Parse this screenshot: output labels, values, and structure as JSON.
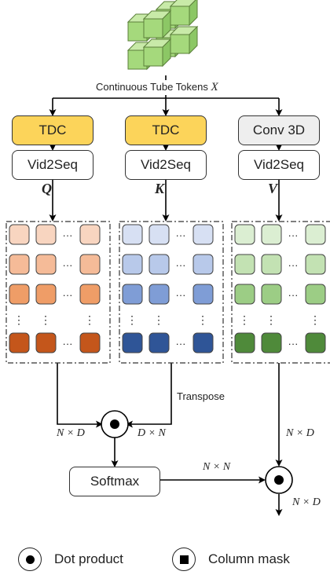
{
  "input": {
    "label": "Continuous Tube Tokens",
    "symbol": "X"
  },
  "branches": [
    {
      "block": "TDC",
      "encoder": "Vid2Seq",
      "symbol": "Q"
    },
    {
      "block": "TDC",
      "encoder": "Vid2Seq",
      "symbol": "K"
    },
    {
      "block": "Conv 3D",
      "encoder": "Vid2Seq",
      "symbol": "V"
    }
  ],
  "matrix": {
    "dots_h": "···",
    "dots_v": "⋮",
    "colors": {
      "Q": [
        "#f8d5c0",
        "#f5bb98",
        "#ef9d67",
        "#c4561b"
      ],
      "K": [
        "#d7e0f3",
        "#b8c9ea",
        "#7f9dd6",
        "#2f5597"
      ],
      "V": [
        "#dbeed2",
        "#c3e2b3",
        "#9ccd85",
        "#4f8a3a"
      ]
    }
  },
  "transpose_label": "Transpose",
  "dims": {
    "qk_left": "N × D",
    "qk_right": "D × N",
    "softmax_out": "N × N",
    "v_in": "N × D",
    "output": "N × D"
  },
  "softmax_label": "Softmax",
  "legend": {
    "dot_product": "Dot product",
    "column_mask": "Column mask"
  }
}
